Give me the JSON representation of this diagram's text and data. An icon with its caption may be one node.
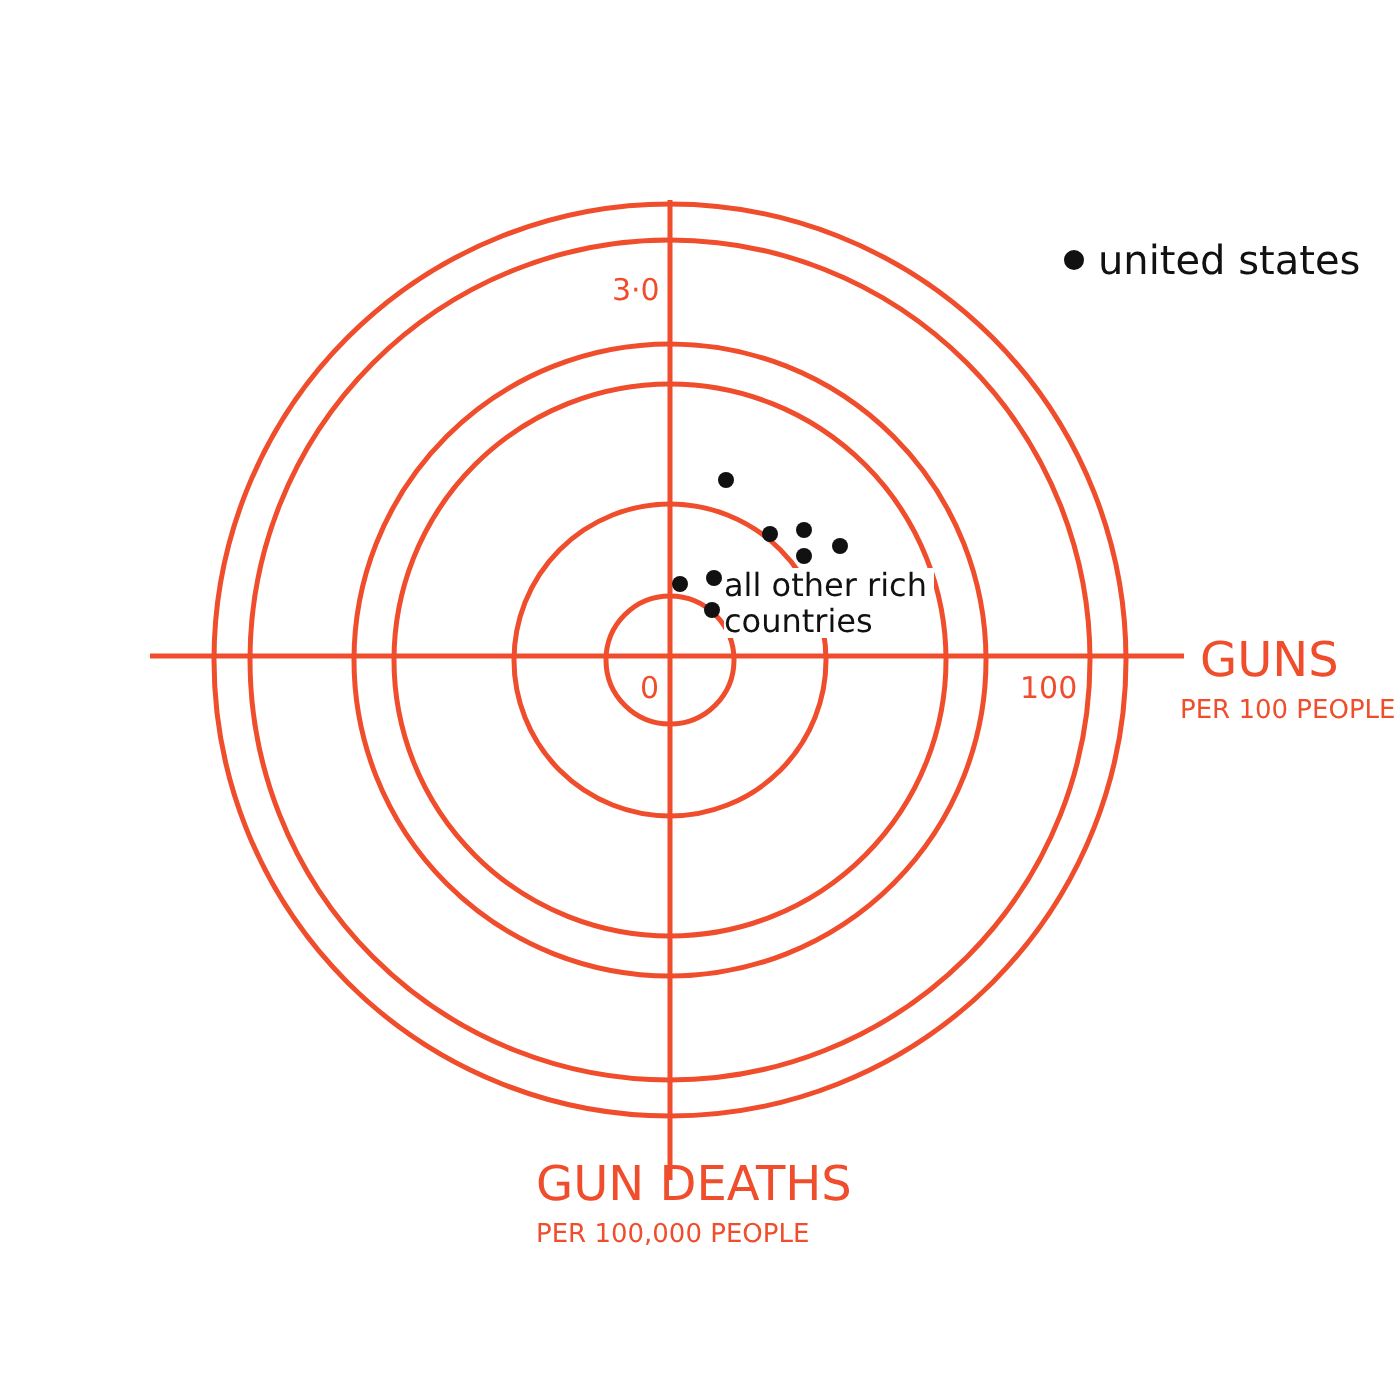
{
  "diagram": {
    "labels": [
      "united states",
      "3·0",
      "all other rich countries",
      "0",
      "100",
      "GUNS",
      "PER 100 PEOPLE",
      "GUN DEATHS",
      "PER 100,000 PEOPLE"
    ]
  }
}
